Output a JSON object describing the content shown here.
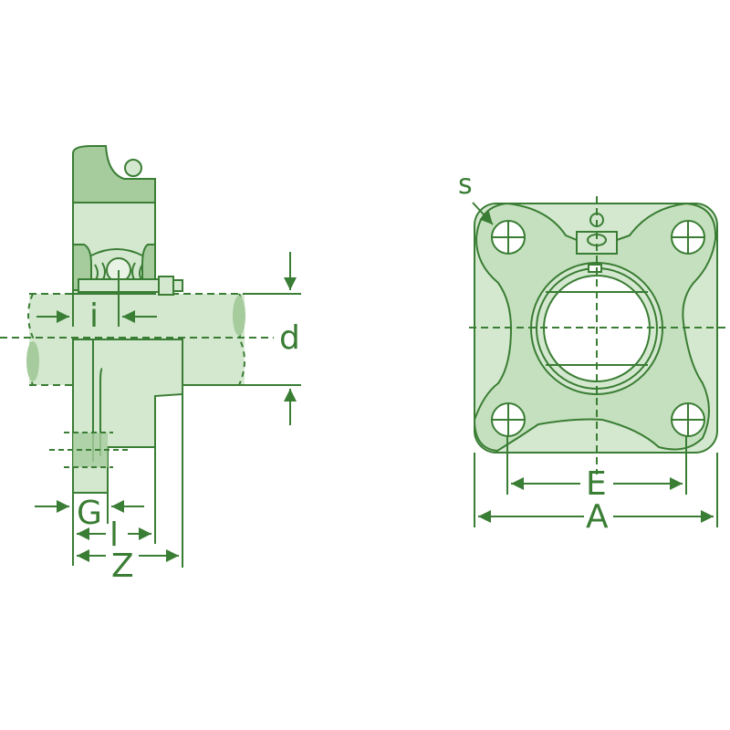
{
  "diagram": {
    "title": "Four-bolt square flange bearing unit dimension drawing",
    "colors": {
      "stroke": "#3a7d34",
      "fill_light": "#d4e8cf",
      "fill_mid": "#bcd9b5",
      "fill_dark": "#a6cc9e",
      "background": "#ffffff"
    },
    "side_view": {
      "labels": {
        "i": "i",
        "d": "d",
        "G": "G",
        "l": "l",
        "Z": "Z"
      }
    },
    "front_view": {
      "labels": {
        "s": "s",
        "E": "E",
        "A": "A"
      }
    }
  }
}
